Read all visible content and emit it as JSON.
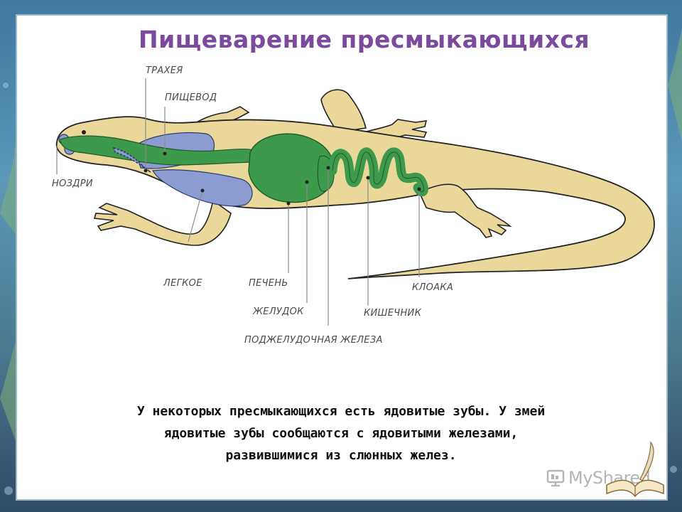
{
  "slide": {
    "title": "Пищеварение пресмыкающихся",
    "caption_lines": [
      "У некоторых пресмыкающихся есть ядовитые зубы. У змей",
      "ядовитые зубы сообщаются с ядовитыми железами,",
      "развившимися из слюнных желез."
    ]
  },
  "diagram": {
    "labels": {
      "trachea": "ТРАХЕЯ",
      "esophagus": "ПИЩЕВОД",
      "nostrils": "НОЗДРИ",
      "lung": "ЛЕГКОЕ",
      "liver": "ПЕЧЕНЬ",
      "stomach": "ЖЕЛУДОК",
      "pancreas": "ПОДЖЕЛУДОЧНАЯ ЖЕЛЕЗА",
      "intestine": "КИШЕЧНИК",
      "cloaca": "КЛОАКА"
    },
    "colors": {
      "body": "#e9d89a",
      "digestive": "#3d9a4a",
      "lungs": "#8c9bd2",
      "title": "#7b4a9e"
    }
  },
  "watermark": {
    "text": "MyShared",
    "icon": "presentation-logo-icon",
    "decor_icon": "open-book-quill-icon"
  }
}
